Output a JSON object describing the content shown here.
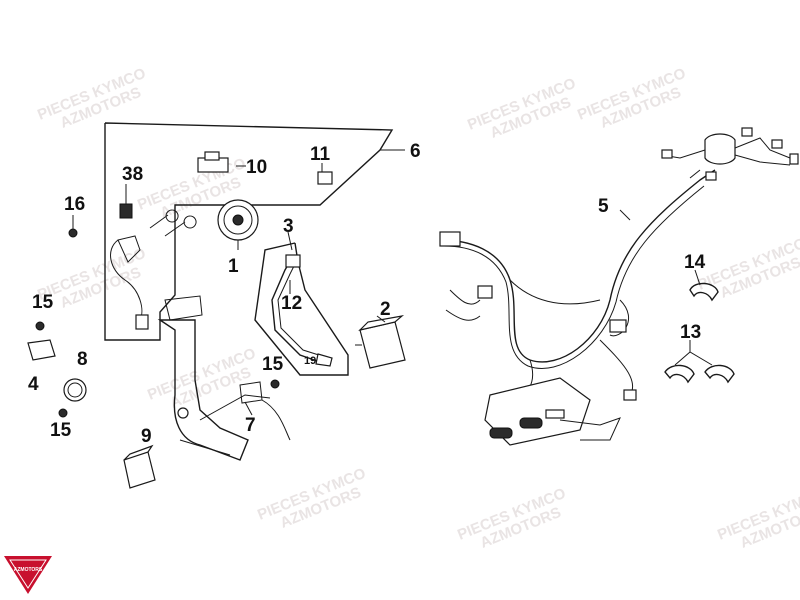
{
  "watermark": {
    "line1": "PIECES KYMCO",
    "line2": "AZMOTORS"
  },
  "logo": {
    "text": "AZMOTORS",
    "color": "#c8102e"
  },
  "callouts": {
    "p1": "1",
    "p2": "2",
    "p3": "3",
    "p4": "4",
    "p5": "5",
    "p6": "6",
    "p7": "7",
    "p8": "8",
    "p9": "9",
    "p10": "10",
    "p11": "11",
    "p12": "12",
    "p13": "13",
    "p14": "14",
    "p15a": "15",
    "p15b": "15",
    "p15c": "15",
    "p16": "16",
    "p19": "19",
    "p38": "38"
  }
}
